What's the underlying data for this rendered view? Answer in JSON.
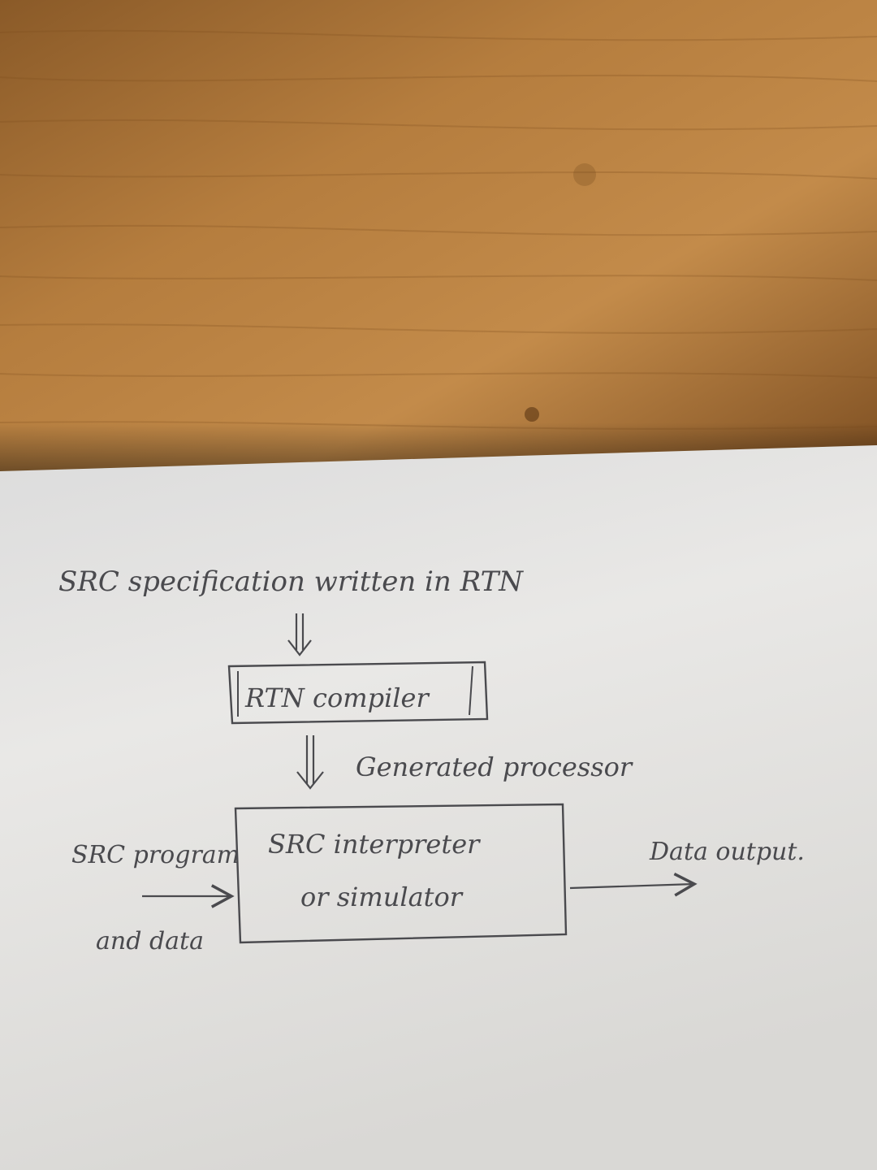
{
  "colors": {
    "table_wood": "#b07a3c",
    "paper": "#e8e7e4",
    "ink": "#4a4a4e"
  },
  "diagram": {
    "spec_text": "SRC specification written in RTN",
    "compiler_box_label": "RTN compiler",
    "generated_label": "Generated processor",
    "interpreter_line1": "SRC interpreter",
    "interpreter_line2": "or simulator",
    "input_line1": "SRC program",
    "input_line2": "and data",
    "output_label": "Data output."
  }
}
